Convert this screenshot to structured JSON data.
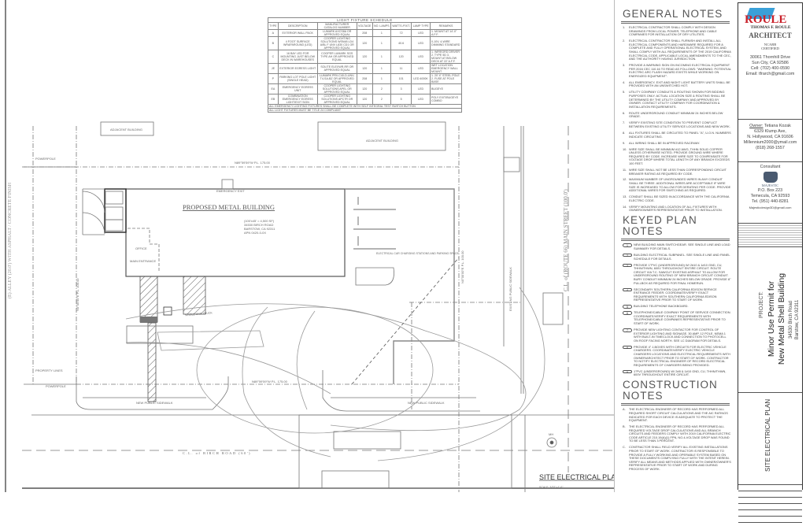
{
  "schedule": {
    "title": "LIGHT FIXTURE SCHEDULE",
    "headers": [
      "TYPE",
      "DESCRIPTION",
      "MANUFACTURER CATALOG NUMBER",
      "VOLTAGE",
      "NO. LAMPS",
      "WATTS /FIXT.",
      "LAMP TYPE",
      "REMARKS"
    ],
    "rows": [
      [
        "A",
        "EXTERIOR WALL PACK",
        "LUMARK AXCS8A OR APPROVED EQUAL",
        "208",
        "1",
        "72",
        "LED",
        "1. MOUNT AT 14'-0\" A.F.F."
      ],
      [
        "B",
        "4 FOOT SURFACE WRAPAROUND (LED)",
        "COOPER LIGHTING SOLUTIONS WSN48 LD4 A/BL F UNV L830 CD1 OR APPROVED EQUAL",
        "120",
        "1",
        "40.6",
        "LED",
        "0-10V, 4-WIRE DIMMING STANDARD"
      ],
      [
        "C",
        "16 BAY LED FOR MOUNTING JUST BELOW DECK IN WAREHOUSES",
        "COOPER LUMARK SGS TYPE AH OR APPROVED EQUAL",
        "120",
        "1",
        "120",
        "LED",
        "1. WIREGRD DRIVER 2. TYPE 5D 3. MOUNT AT BELOW DECK AT 22' A.F.F."
      ],
      [
        "JE",
        "EXTERIOR EGRESS LIGHT",
        "SOLITE ELEXWR-RR OR APPROVED EQUAL",
        "120",
        "1",
        "11",
        "LED",
        "WET LOCATION EMERGENCY WALL MOUNT"
      ],
      [
        "P",
        "PARKING LOT POLE LIGHT (SINGLE HEAD)",
        "LUMARK PRV-C40-D-UNV-T4-SA-BZ OR APPROVED EQUAL",
        "208",
        "1",
        "101",
        "LED 4000K",
        "1. 20' 4\" STEEL POLE 2. FUSE AT POLE BASE"
      ],
      [
        "EA",
        "EMERGENCY EGRESS UNIT",
        "COOPER LIGHTING SOLUTIONS APEL OR APPROVED EQUAL",
        "120",
        "2",
        "3",
        "LED",
        "BUGEYE"
      ],
      [
        "EB",
        "COMBINATION EMERGENCY EGRESS LIGHT/EXIT SIGN",
        "COOPER LIGHTING SOLUTIONS APC7R OR APPROVED EQUAL",
        "120",
        "2",
        "5",
        "LED",
        "POLY EXIT/BUGEYE COMBO"
      ]
    ],
    "footnotes": [
      "ALL EMERGENCY LIGHTING FIXTURES SHALL BE COMPLETE WITH SELF INTEGRAL TEST SWITCH BUTTON",
      "ALL LIGHT FIXTURES MUST BE TITLE 24 COMPLIANT"
    ]
  },
  "plan": {
    "adjacent_building_left": "ADJACENT BUILDING",
    "adjacent_building_right": "ADJACENT BUILDING",
    "powerpole_top": "POWERPOLE",
    "north_pl": "N89°59'59\"W  P.L. 175.00",
    "emergency_exit": "EMERGENCY EXIT",
    "building_title": "PROPOSED METAL BUILDING",
    "building_info": [
      "(100'x45' = 4,500 SF)",
      "34530 BIRCH ROAD",
      "BARSTOW, CA 92311",
      "APN 0420-0-0X"
    ],
    "office": "OFFICE",
    "main_entrance": "MAIN ENTRANCE",
    "ev_label": "ELECTRICAL CAR CHARGING STATIONS AND PARKING SPACE",
    "west_pl": "N0°00'00\"E  P.L. 100.00",
    "east_pl": "N0°00'00\"E  P.L. 100.00",
    "alley": "(E) ALLEY (20.0') WITH ASPHALT / CONCRETE FINISH",
    "sidewalk_east": "EXISTING PUBLIC SIDEWALK",
    "main_street": "C.L. of (ROUTE 66)  MAIN STREET  (100.0')",
    "single_light": "SINGLE UNIT TRUCK",
    "property_lines": "PROPERTY LINES",
    "powerpole_bottom": "POWERPOLE",
    "new_sidewalk": "NEW PUBLIC SIDEWALK",
    "new_sidewalk2": "NEW PUBLIC SIDEWALK",
    "south_pl": "N89°59'59\"W  P.L. 175.00",
    "birch_road": "C.L. of  BIRCH  ROAD  (60')",
    "mh": "MH",
    "drawing_title": "SITE ELECTRICAL PLAN",
    "scale": "SCALE: 3/32\"=1'-0\""
  },
  "general_notes": {
    "title": "GENERAL NOTES",
    "items": [
      "ELECTRICAL CONTRACTOR SHALL COMPLY WITH DESIGN DRAWINGS FROM LOCAL POWER, TELEPHONE AND CABLE COMPANIES FOR INSTALLATION OF DRY UTILITIES.",
      "ELECTRICAL CONTRACTOR SHALL FURNISH AND INSTALL ALL ELECTRICAL COMPONENTS AND HARDWARE REQUIRED FOR A COMPLETE AND FULLY OPERATIONAL ELECTRICAL SYSTEM, AND SHALL COMPLY WITH ALL REQUIREMENTS OF THE 2019 CALIFORNIA ELECTRICAL CODE, APPLICABLE LOCAL AMENDMENTS TO THE CEC, AND THE AUTHORITY HAVING JURISDICTION.",
      "PROVIDE A WARNING SIGN ON INCOMING ELECTRICAL EQUIPMENT PER 2016 CEC 110.16 TO READ AS FOLLOWS: \"WARNING: POTENTIAL ELECTRIC ARC FLASH HAZARD EXISTS WHILE WORKING ON ENERGIZED EQUIPMENT\".",
      "ALL EMERGENCY, EXIT AND NIGHT LIGHT BATTERY UNITS SHALL BE PROVIDED WITH AN UNSWITCHED HOT.",
      "UTILITY COMPANY CONDUITS & ROUTING SHOWN FOR BIDDING PURPOSES ONLY. ACTUAL LOCATION SIZE & ROUTING SHALL BE DETERMINED BY THE UTILITY COMPANY AND APPROVED BY OWNER. CONTACT UTILITY COMPANY FOR COORDINATION & INSTALLATION REQUIREMENTS.",
      "ROUTE UNDERGROUND CONDUIT MINIMUM 24 INCHES BELOW GRADE.",
      "VERIFY EXISTING SITE CONDITION TO PREVENT CONFLICT BETWEEN EXISTING UTILITY SERVICE LOCATIONS AND NEW WORK.",
      "ALL FIXTURES SHALL BE CIRCUITED TO PANEL \"A\", U.O.N. NUMBERS INDICATE CIRCUITING.",
      "ALL WIRING SHALL BE IN APPROVED RACEWAY.",
      "WIRE SIZE SHALL BE MINIMUM #12 AWG, THHN SOLID COPPER UNLESS OTHERWISE NOTED. PROVIDE GROUND WIRE WHERE REQUIRED BY CODE. INCREASE WIRE SIZE TO COMPENSATE FOR VOLTAGE DROP WHERE TOTAL LENGTH OF ANY BRANCH EXCEEDS 100 FEET.",
      "WIRE SIZE SHALL NOT BE LESS THAN CORRESPONDING CIRCUIT BREAKER RATING AS REQUIRED BY CODE.",
      "MAXIMUM NUMBER OF UNGROUNDED WIRES IN ANY CONDUIT SHALL BE THREE. ADDITIONAL WIRES ARE ACCEPTABLE IF WIRE SIZE IS INCREASED TO ALLOW FOR DERATING PER CODE. PROVIDE ADDITIONAL WIRES FOR SWITCHING AS REQUIRED.",
      "CONDUIT SHALL BE SIZED IN ACCORDANCE WITH THE CALIFORNIA ELECTRIC CODE.",
      "VERIFY MOUNTING AND LOCATION OF ALL FIXTURES WITH OWNER/OWNER'S REPRESENTATIVE PRIOR TO INSTALLATION."
    ]
  },
  "keyed_notes": {
    "title": "KEYED PLAN NOTES",
    "items": [
      "NEW BUILDING MAIN SWITCHGEAR. SEE SINGLE LINE AND LOAD SUMMARY FOR DETAILS.",
      "BUILDING ELECTRICAL SUBPANEL. SEE SINGLE LINE AND PANEL SCHEDULE FOR DETAILS.",
      "PROVIDE 1\"PVC (UNDERGROUND) W/ 2#10 & 1#10 GND, CU, THHN/THWN, 600V THROUGHOUT ENTIRE CIRCUIT. ROUTE CIRCUIT VIA T.C. SAWCUT EXISTING ASPHALT TO ALLOW FOR UNDERGROUND ROUTING OF NEW BRANCH CIRCUIT CONDUIT. BURY CONDUIT MINIMUM 24 INCHES BELOW GRADE. PROVIDE 8\" PULLBOX AS REQUIRED FOR FINAL HOMERUN.",
      "SECONDARY SOUTHERN CALIFORNIA EDISON SERVICE ENTRANCE FEEDER. COORDINATE/VERIFY EXACT REQUIREMENTS WITH SOUTHERN CALIFORNIA EDISON REPRESENTATIVE PRIOR TO START OF WORK.",
      "BUILDING TELEPHONE BACKBOARD.",
      "TELEPHONE/CABLE COMPANY POINT OF SERVICE CONNECTION. COORDINATE/VERIFY EXACT REQUIREMENTS WITH TELEPHONE/CABLE COMPANIES REPRESENTATIVE PRIOR TO START OF WORK.",
      "PROVIDE NEW LIGHTING CONTACTOR FOR CONTROL OF EXTERIOR LIGHTING AND SIGNAGE. 30 AMP, 12 POLE, NEMA 1 WITH BUILT-IN TIMECLOCK AND CONNECTION TO PHOTOCELL ON ROOF FACING NORTH. SEE LC DIAGRAM FOR DETAILS.",
      "PROVIDE 4\" J-BOXES WITH CIRCUITS FOR ELECTRIC VEHICLE CHARGERS. COORDINATE/VERIFY ELECTRIC VEHICLE CHARGERS LOCATIONS AND ELECTRICAL REQUIREMENTS WITH OWNER/ARCHITECT PRIOR TO START OF WORK. CONTRACTOR TO NOTIFY ELECTRICAL ENGINEER OF RECORD ELECTRICAL REQUIREMENTS OF CHARGERS BEING PROVIDED.",
      "1\"PVC (UNDERGROUND) W/ 2#8 & 1#10 GND, CU, THHN/THWN, 600V THROUGHOUT ENTIRE CIRCUIT."
    ]
  },
  "construction_notes": {
    "title_line1": "CONSTRUCTION",
    "title_line2": "NOTES",
    "items": [
      {
        "letter": "A.",
        "text": "THE ELECTRICAL ENGINEER OF RECORD HAS PERFORMED ALL REQUIRED SHORT CIRCUIT CALCULATIONS AND THE AIC RATINGS INDICATED FOR EACH DEVICE IS ADEQUATE TO PROTECT THE EQUIPMENT."
      },
      {
        "letter": "B.",
        "text": "THE ELECTRICAL ENGINEER OF RECORD HAS PERFORMED ALL REQUIRED VOLTAGE DROP CALCULATIONS AND ALL BRANCH CIRCUITS AND FEEDERS COMPLY WITH 2019 CALIFORNIA ELECTRIC CODE ARTICLE 210.19(A)(1) FPN, NO.4-VOLTAGE DROP WAS FOUND TO BE LESS THAN 3 PERCENT."
      },
      {
        "letter": "C.",
        "text": "CONTRACTOR SHALL FIELD VERIFY ALL EXISTING INSTALLATIONS PRIOR TO START OF WORK. CONTRACTOR IS RESPONSIBLE TO PROVIDE A FULLY WORKING AND OPERABLE SYSTEM BASED ON THESE DOCUMENTS COMPLYING FULLY WITH THE INTENT HEREIN. VERIFY ALL MEANS AND METHODS APPLIED WITH OWNER/OWNER'S REPRESENTATIVE PRIOR TO START OF WORK AND DURING PROCESS OF WORK."
      }
    ]
  },
  "title_block": {
    "architect_logo": "ROULE",
    "architect_name": "THOMAS F. ROULE",
    "architect_word": "ARCHITECT",
    "ncarb": "NCARB CERTIFIED",
    "architect_address": [
      "30061 Thornhill Drive",
      "Sun City, CA 92586",
      "Cell: (702) 400-0590",
      "Email: tfrarch@gmail.com"
    ],
    "owner_label": "Owner:",
    "owner_name": "Tetiana Kozak",
    "owner_address": [
      "6329 Klump Ave,",
      "N. Hollywood, CA 91606",
      "Millennium2000@ymail.com",
      "(818) 268-1557"
    ],
    "consultant_label": "Consultant",
    "consultant_logo": "MAJESTIC",
    "consultant_address": [
      "P.O. Box 223",
      "Temecula, CA 92593",
      "Tel. (951) 440-8281",
      "Majesticdesign3D@gmail.com"
    ],
    "project_label": "PROJECT:",
    "project_title_1": "Minor Use Permit for",
    "project_title_2": "New Metal Shell Building",
    "project_address_1": "34530 Birch Road",
    "project_address_2": "Barstow, CA 92311",
    "sheet_title": "SITE ELECTRICAL PLAN"
  },
  "colors": {
    "logo_red": "#c8202a",
    "logo_blue": "#3aa0d8",
    "line": "#666666"
  }
}
